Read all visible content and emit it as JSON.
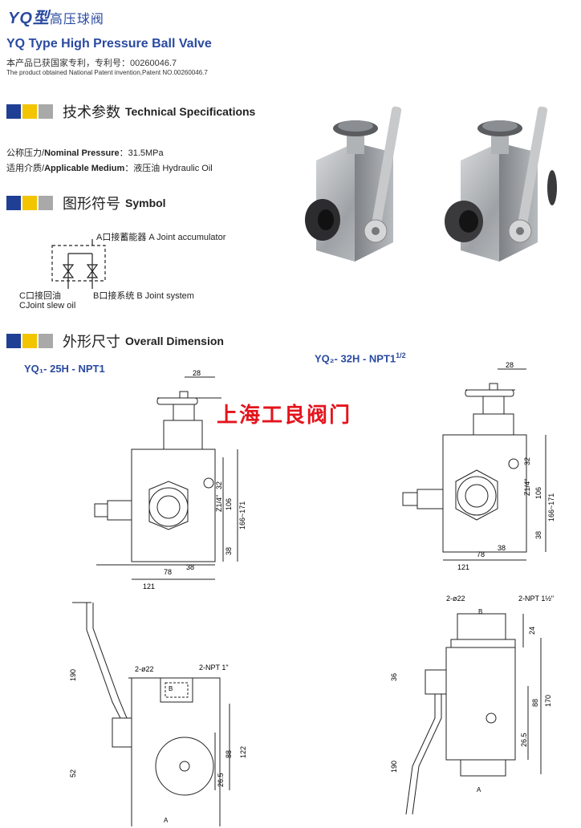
{
  "header": {
    "brand_latin": "YQ",
    "brand_cn": "型",
    "brand_cn_sub": "高压球阀",
    "title_en": "YQ Type High Pressure Ball Valve",
    "patent_cn": "本产品已获国家专利，专利号：00260046.7",
    "patent_en": "The product obtained National Patent invention,Patent NO.00260046.7"
  },
  "sections": {
    "tech": {
      "cn": "技术参数",
      "en": "Technical Specifications"
    },
    "symbol": {
      "cn": "图形符号",
      "en": "Symbol"
    },
    "dimension": {
      "cn": "外形尺寸",
      "en": "Overall Dimension"
    }
  },
  "specs": {
    "pressure_cn": "公称压力/",
    "pressure_en": "Nominal Pressure",
    "pressure_value": "：31.5MPa",
    "medium_cn": "适用介质/",
    "medium_en": "Applicable Medium",
    "medium_value": "：液压油  Hydraulic Oil"
  },
  "symbol_labels": {
    "a": "A口接蓄能器  A Joint accumulator",
    "b": "B口接系统  B Joint system",
    "c1": "C口接回油",
    "c2": "CJoint slew oil"
  },
  "models": {
    "left": "YQ₁- 25H - NPT1",
    "right": "YQ₂- 32H - NPT1",
    "right_sup": "1/2"
  },
  "watermark": "上海工良阀门",
  "dims": {
    "d28": "28",
    "d32": "32",
    "d106": "106",
    "d38": "38",
    "d78": "78",
    "d121": "121",
    "d166": "166~171",
    "z14": "Z1/4\"",
    "left_bot": {
      "d190": "190",
      "d52": "52",
      "d88": "88",
      "d122": "122",
      "d26": "26.5",
      "d2": "2-ø22",
      "npt": "2-NPT 1\"",
      "b": "B",
      "a": "A"
    },
    "right_bot": {
      "d190": "190",
      "d36": "36",
      "d24": "24",
      "d88": "88",
      "d170": "170",
      "d26": "26.5",
      "d2": "2-ø22",
      "npt": "2-NPT 1½\"",
      "b": "B",
      "a": "A"
    }
  }
}
